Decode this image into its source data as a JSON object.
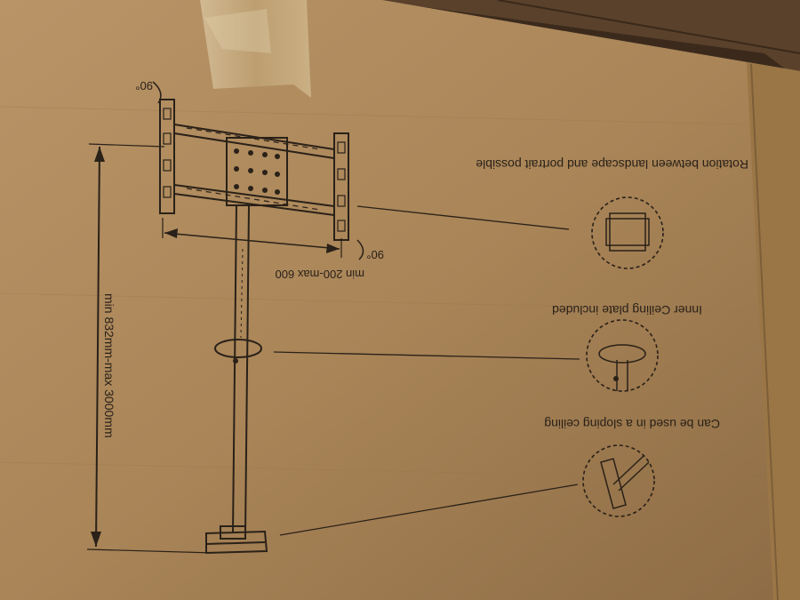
{
  "labels": {
    "rotation": "Rotation between landscape and portrait possible",
    "ceiling_plate": "Inner Ceiling plate included",
    "sloping": "Can be used in a sloping ceiling",
    "height_range": "min 832mm-max 3000mm",
    "width_range": "min 200-max 600",
    "angle_top": "90°",
    "angle_bottom": "90°"
  },
  "colors": {
    "cardboard": "#a98558",
    "cardboard_dark": "#8e6c43",
    "ink": "#2a2118",
    "tape": "#c9ad7e",
    "wood": "#4a3423"
  }
}
